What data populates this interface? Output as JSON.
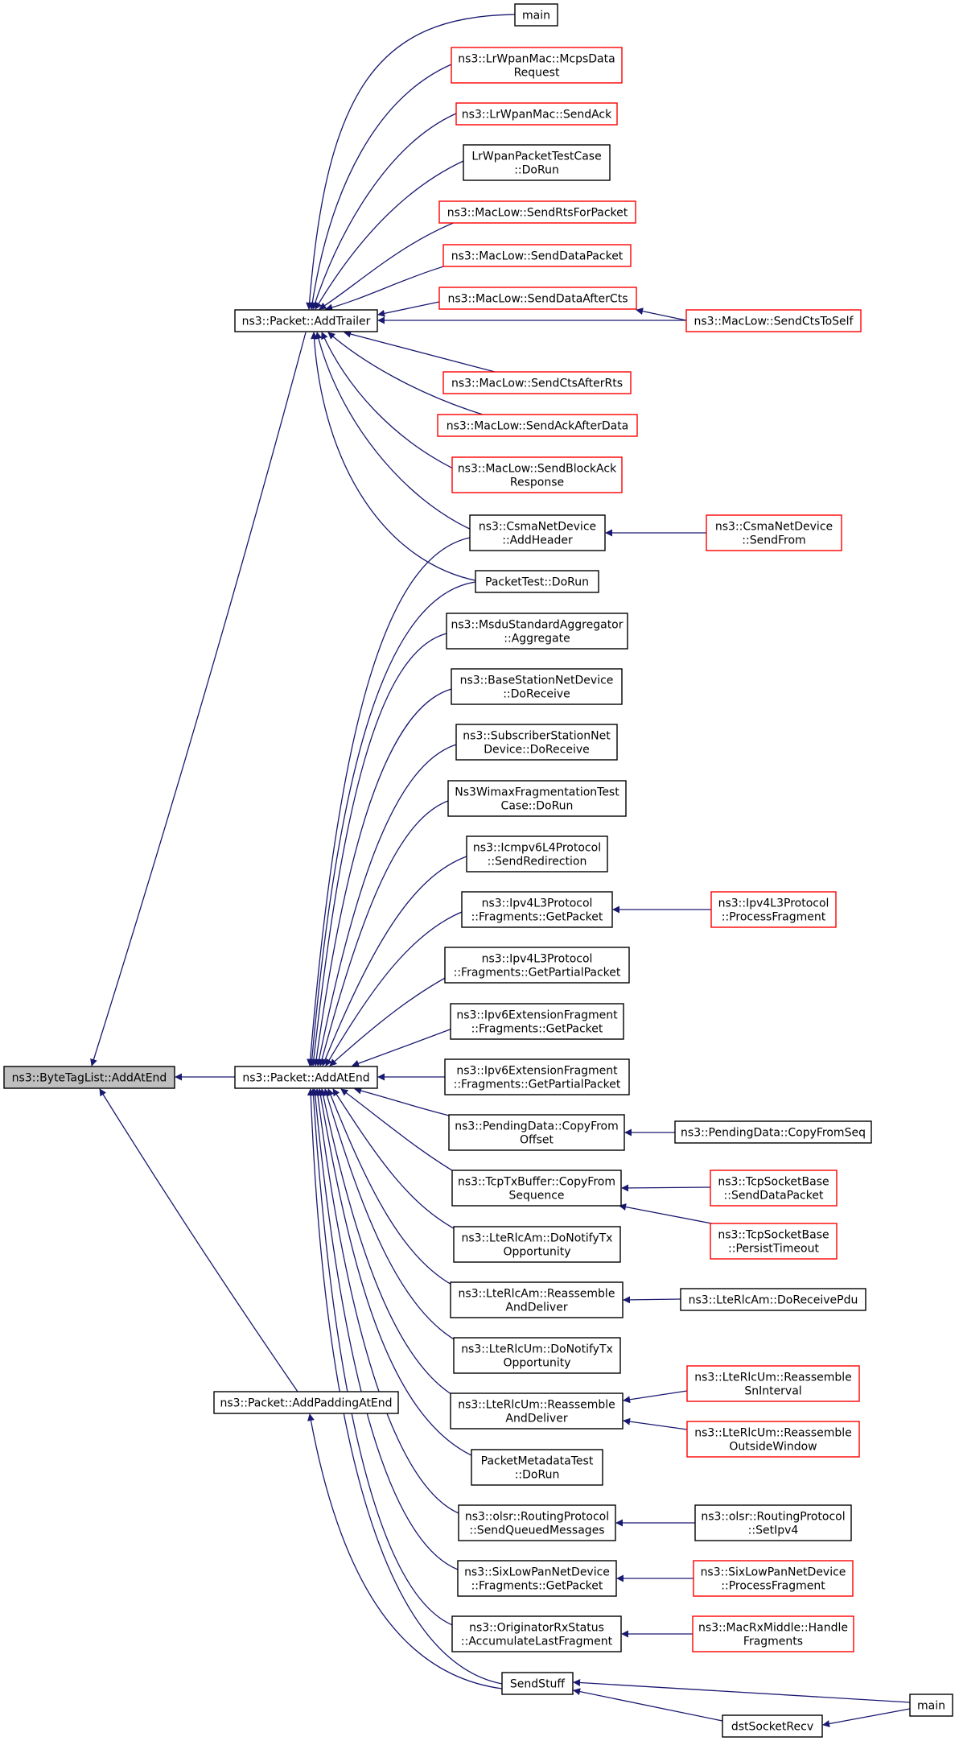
{
  "graph": {
    "colors": {
      "edge": "#191970",
      "node_border_normal": "#000000",
      "node_border_truncated": "#ff0000",
      "node_fill_normal": "#ffffff",
      "node_fill_focus": "#bfbfbf"
    },
    "nodes": [
      {
        "id": "bytetag",
        "lines": [
          "ns3::ByteTagList::AddAtEnd"
        ],
        "style": "focus"
      },
      {
        "id": "addtrailer",
        "lines": [
          "ns3::Packet::AddTrailer"
        ],
        "style": "normal"
      },
      {
        "id": "addatend",
        "lines": [
          "ns3::Packet::AddAtEnd"
        ],
        "style": "normal"
      },
      {
        "id": "addpadding",
        "lines": [
          "ns3::Packet::AddPaddingAtEnd"
        ],
        "style": "normal"
      },
      {
        "id": "main1",
        "lines": [
          "main"
        ],
        "style": "normal"
      },
      {
        "id": "mcpsdata",
        "lines": [
          "ns3::LrWpanMac::McpsData",
          "Request"
        ],
        "style": "truncated"
      },
      {
        "id": "lrsendack",
        "lines": [
          "ns3::LrWpanMac::SendAck"
        ],
        "style": "truncated"
      },
      {
        "id": "lrwpantest",
        "lines": [
          "LrWpanPacketTestCase",
          "::DoRun"
        ],
        "style": "normal"
      },
      {
        "id": "sendrts",
        "lines": [
          "ns3::MacLow::SendRtsForPacket"
        ],
        "style": "truncated"
      },
      {
        "id": "senddatapkt",
        "lines": [
          "ns3::MacLow::SendDataPacket"
        ],
        "style": "truncated"
      },
      {
        "id": "senddataaftercts",
        "lines": [
          "ns3::MacLow::SendDataAfterCts"
        ],
        "style": "truncated"
      },
      {
        "id": "sendctstoself",
        "lines": [
          "ns3::MacLow::SendCtsToSelf"
        ],
        "style": "truncated"
      },
      {
        "id": "sendctsafterrts",
        "lines": [
          "ns3::MacLow::SendCtsAfterRts"
        ],
        "style": "truncated"
      },
      {
        "id": "sendackafterdata",
        "lines": [
          "ns3::MacLow::SendAckAfterData"
        ],
        "style": "truncated"
      },
      {
        "id": "sendblockack",
        "lines": [
          "ns3::MacLow::SendBlockAck",
          "Response"
        ],
        "style": "truncated"
      },
      {
        "id": "csmaaddheader",
        "lines": [
          "ns3::CsmaNetDevice",
          "::AddHeader"
        ],
        "style": "normal"
      },
      {
        "id": "csmasendfrom",
        "lines": [
          "ns3::CsmaNetDevice",
          "::SendFrom"
        ],
        "style": "truncated"
      },
      {
        "id": "packettest",
        "lines": [
          "PacketTest::DoRun"
        ],
        "style": "normal"
      },
      {
        "id": "msdu",
        "lines": [
          "ns3::MsduStandardAggregator",
          "::Aggregate"
        ],
        "style": "normal"
      },
      {
        "id": "basestation",
        "lines": [
          "ns3::BaseStationNetDevice",
          "::DoReceive"
        ],
        "style": "normal"
      },
      {
        "id": "subscriber",
        "lines": [
          "ns3::SubscriberStationNet",
          "Device::DoReceive"
        ],
        "style": "normal"
      },
      {
        "id": "wimaxfrag",
        "lines": [
          "Ns3WimaxFragmentationTest",
          "Case::DoRun"
        ],
        "style": "normal"
      },
      {
        "id": "icmpv6",
        "lines": [
          "ns3::Icmpv6L4Protocol",
          "::SendRedirection"
        ],
        "style": "normal"
      },
      {
        "id": "ipv4getpacket",
        "lines": [
          "ns3::Ipv4L3Protocol",
          "::Fragments::GetPacket"
        ],
        "style": "normal"
      },
      {
        "id": "ipv4procfrag",
        "lines": [
          "ns3::Ipv4L3Protocol",
          "::ProcessFragment"
        ],
        "style": "truncated"
      },
      {
        "id": "ipv4partial",
        "lines": [
          "ns3::Ipv4L3Protocol",
          "::Fragments::GetPartialPacket"
        ],
        "style": "normal"
      },
      {
        "id": "ipv6getpacket",
        "lines": [
          "ns3::Ipv6ExtensionFragment",
          "::Fragments::GetPacket"
        ],
        "style": "normal"
      },
      {
        "id": "ipv6partial",
        "lines": [
          "ns3::Ipv6ExtensionFragment",
          "::Fragments::GetPartialPacket"
        ],
        "style": "normal"
      },
      {
        "id": "pendingcopyoffset",
        "lines": [
          "ns3::PendingData::CopyFrom",
          "Offset"
        ],
        "style": "normal"
      },
      {
        "id": "pendingcopyseq",
        "lines": [
          "ns3::PendingData::CopyFromSeq"
        ],
        "style": "normal"
      },
      {
        "id": "tcptxbuffer",
        "lines": [
          "ns3::TcpTxBuffer::CopyFrom",
          "Sequence"
        ],
        "style": "normal"
      },
      {
        "id": "tcpsenddata",
        "lines": [
          "ns3::TcpSocketBase",
          "::SendDataPacket"
        ],
        "style": "truncated"
      },
      {
        "id": "tcppersist",
        "lines": [
          "ns3::TcpSocketBase",
          "::PersistTimeout"
        ],
        "style": "truncated"
      },
      {
        "id": "lterlcamnotify",
        "lines": [
          "ns3::LteRlcAm::DoNotifyTx",
          "Opportunity"
        ],
        "style": "normal"
      },
      {
        "id": "lterlcamreassemble",
        "lines": [
          "ns3::LteRlcAm::Reassemble",
          "AndDeliver"
        ],
        "style": "normal"
      },
      {
        "id": "lterlcamreceive",
        "lines": [
          "ns3::LteRlcAm::DoReceivePdu"
        ],
        "style": "normal"
      },
      {
        "id": "lterlcumnotify",
        "lines": [
          "ns3::LteRlcUm::DoNotifyTx",
          "Opportunity"
        ],
        "style": "normal"
      },
      {
        "id": "lterlcumreassemble",
        "lines": [
          "ns3::LteRlcUm::Reassemble",
          "AndDeliver"
        ],
        "style": "normal"
      },
      {
        "id": "lterlcumsninterval",
        "lines": [
          "ns3::LteRlcUm::Reassemble",
          "SnInterval"
        ],
        "style": "truncated"
      },
      {
        "id": "lterlcumoutside",
        "lines": [
          "ns3::LteRlcUm::Reassemble",
          "OutsideWindow"
        ],
        "style": "truncated"
      },
      {
        "id": "pktmetadata",
        "lines": [
          "PacketMetadataTest",
          "::DoRun"
        ],
        "style": "normal"
      },
      {
        "id": "olsrsend",
        "lines": [
          "ns3::olsr::RoutingProtocol",
          "::SendQueuedMessages"
        ],
        "style": "normal"
      },
      {
        "id": "olsrsetipv4",
        "lines": [
          "ns3::olsr::RoutingProtocol",
          "::SetIpv4"
        ],
        "style": "normal"
      },
      {
        "id": "sixlowgetpacket",
        "lines": [
          "ns3::SixLowPanNetDevice",
          "::Fragments::GetPacket"
        ],
        "style": "normal"
      },
      {
        "id": "sixlowproc",
        "lines": [
          "ns3::SixLowPanNetDevice",
          "::ProcessFragment"
        ],
        "style": "truncated"
      },
      {
        "id": "originator",
        "lines": [
          "ns3::OriginatorRxStatus",
          "::AccumulateLastFragment"
        ],
        "style": "normal"
      },
      {
        "id": "macrxmiddle",
        "lines": [
          "ns3::MacRxMiddle::Handle",
          "Fragments"
        ],
        "style": "truncated"
      },
      {
        "id": "sendstuff",
        "lines": [
          "SendStuff"
        ],
        "style": "normal"
      },
      {
        "id": "main2",
        "lines": [
          "main"
        ],
        "style": "normal"
      },
      {
        "id": "dstsocketrecv",
        "lines": [
          "dstSocketRecv"
        ],
        "style": "normal"
      }
    ],
    "edges": [
      {
        "from": "addtrailer",
        "to": "bytetag"
      },
      {
        "from": "addatend",
        "to": "bytetag"
      },
      {
        "from": "addpadding",
        "to": "bytetag"
      },
      {
        "from": "main1",
        "to": "addtrailer"
      },
      {
        "from": "mcpsdata",
        "to": "addtrailer"
      },
      {
        "from": "lrsendack",
        "to": "addtrailer"
      },
      {
        "from": "lrwpantest",
        "to": "addtrailer"
      },
      {
        "from": "sendrts",
        "to": "addtrailer"
      },
      {
        "from": "senddatapkt",
        "to": "addtrailer"
      },
      {
        "from": "senddataaftercts",
        "to": "addtrailer"
      },
      {
        "from": "sendctstoself",
        "to": "addtrailer"
      },
      {
        "from": "sendctsafterrts",
        "to": "addtrailer"
      },
      {
        "from": "sendackafterdata",
        "to": "addtrailer"
      },
      {
        "from": "sendblockack",
        "to": "addtrailer"
      },
      {
        "from": "csmaaddheader",
        "to": "addtrailer"
      },
      {
        "from": "packettest",
        "to": "addtrailer"
      },
      {
        "from": "sendctstoself",
        "to": "senddataaftercts"
      },
      {
        "from": "csmasendfrom",
        "to": "csmaaddheader"
      },
      {
        "from": "csmaaddheader",
        "to": "addatend"
      },
      {
        "from": "packettest",
        "to": "addatend"
      },
      {
        "from": "msdu",
        "to": "addatend"
      },
      {
        "from": "basestation",
        "to": "addatend"
      },
      {
        "from": "subscriber",
        "to": "addatend"
      },
      {
        "from": "wimaxfrag",
        "to": "addatend"
      },
      {
        "from": "icmpv6",
        "to": "addatend"
      },
      {
        "from": "ipv4getpacket",
        "to": "addatend"
      },
      {
        "from": "ipv4partial",
        "to": "addatend"
      },
      {
        "from": "ipv6getpacket",
        "to": "addatend"
      },
      {
        "from": "ipv6partial",
        "to": "addatend"
      },
      {
        "from": "pendingcopyoffset",
        "to": "addatend"
      },
      {
        "from": "tcptxbuffer",
        "to": "addatend"
      },
      {
        "from": "lterlcamnotify",
        "to": "addatend"
      },
      {
        "from": "lterlcamreassemble",
        "to": "addatend"
      },
      {
        "from": "lterlcumnotify",
        "to": "addatend"
      },
      {
        "from": "lterlcumreassemble",
        "to": "addatend"
      },
      {
        "from": "pktmetadata",
        "to": "addatend"
      },
      {
        "from": "olsrsend",
        "to": "addatend"
      },
      {
        "from": "sixlowgetpacket",
        "to": "addatend"
      },
      {
        "from": "originator",
        "to": "addatend"
      },
      {
        "from": "sendstuff",
        "to": "addatend"
      },
      {
        "from": "ipv4procfrag",
        "to": "ipv4getpacket"
      },
      {
        "from": "pendingcopyseq",
        "to": "pendingcopyoffset"
      },
      {
        "from": "tcpsenddata",
        "to": "tcptxbuffer"
      },
      {
        "from": "tcppersist",
        "to": "tcptxbuffer"
      },
      {
        "from": "lterlcamreceive",
        "to": "lterlcamreassemble"
      },
      {
        "from": "lterlcumsninterval",
        "to": "lterlcumreassemble"
      },
      {
        "from": "lterlcumoutside",
        "to": "lterlcumreassemble"
      },
      {
        "from": "olsrsetipv4",
        "to": "olsrsend"
      },
      {
        "from": "sixlowproc",
        "to": "sixlowgetpacket"
      },
      {
        "from": "macrxmiddle",
        "to": "originator"
      },
      {
        "from": "main2",
        "to": "sendstuff"
      },
      {
        "from": "dstsocketrecv",
        "to": "sendstuff"
      },
      {
        "from": "main2",
        "to": "dstsocketrecv"
      },
      {
        "from": "sendstuff",
        "to": "addpadding"
      }
    ]
  }
}
